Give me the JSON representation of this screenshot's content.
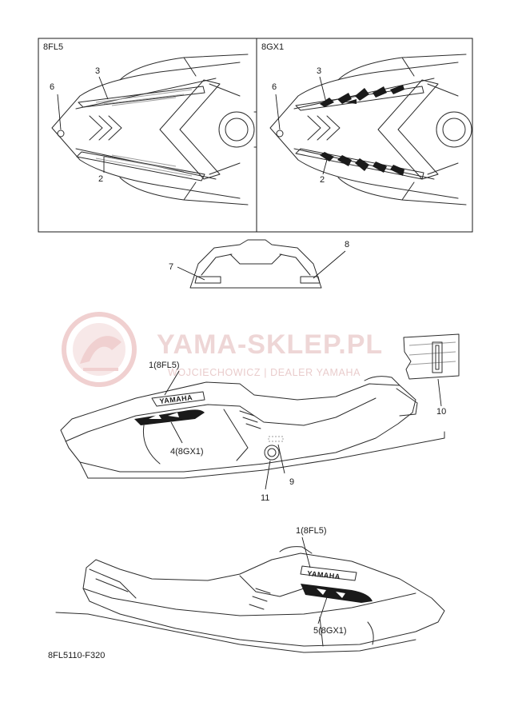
{
  "panels": {
    "left_title": "8FL5",
    "right_title": "8GX1"
  },
  "callouts": {
    "c2_left": "2",
    "c3_left": "3",
    "c6_left": "6",
    "c2_right": "2",
    "c3_right": "3",
    "c6_right": "6",
    "c7": "7",
    "c8": "8",
    "c10": "10",
    "c1_top": "1(8FL5)",
    "c4": "4(8GX1)",
    "c9": "9",
    "c11": "11",
    "c1_bottom": "1(8FL5)",
    "c5": "5(8GX1)"
  },
  "watermark": {
    "brand": "YAMA-SKLEP.PL",
    "tagline": "WOJCIECHOWICZ | DEALER YAMAHA"
  },
  "decal": {
    "logo_text": "YAMAHA"
  },
  "diagram_code": "8FL5110-F320",
  "colors": {
    "line": "#2b2b2b",
    "watermark": "#e9c9c9",
    "paper": "#ffffff"
  }
}
